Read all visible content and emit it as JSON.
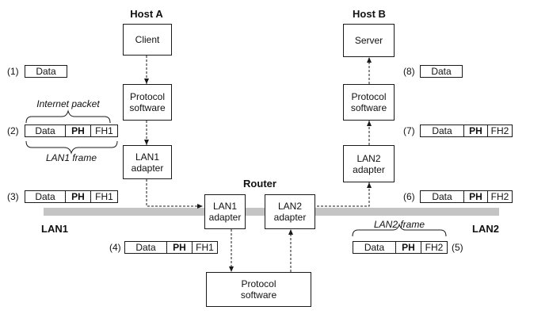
{
  "hosts": {
    "host_a": "Host A",
    "host_b": "Host B",
    "router": "Router"
  },
  "boxes": {
    "client": "Client",
    "server": "Server",
    "protocol_a": "Protocol\nsoftware",
    "protocol_b": "Protocol\nsoftware",
    "protocol_router": "Protocol\nsoftware",
    "lan1_adapter_a": "LAN1\nadapter",
    "lan2_adapter_b": "LAN2\nadapter",
    "router_lan1_adapter": "LAN1\nadapter",
    "router_lan2_adapter": "LAN2\nadapter"
  },
  "networks": {
    "lan1": "LAN1",
    "lan2": "LAN2"
  },
  "annotations": {
    "internet_packet": "Internet packet",
    "lan1_frame": "LAN1 frame",
    "lan2_frame": "LAN2 frame"
  },
  "steps": [
    {
      "id": "s1",
      "label": "(1)",
      "cells": [
        "Data"
      ]
    },
    {
      "id": "s2",
      "label": "(2)",
      "cells": [
        "Data",
        "PH",
        "FH1"
      ]
    },
    {
      "id": "s3",
      "label": "(3)",
      "cells": [
        "Data",
        "PH",
        "FH1"
      ]
    },
    {
      "id": "s4",
      "label": "(4)",
      "cells": [
        "Data",
        "PH",
        "FH1"
      ]
    },
    {
      "id": "s5",
      "label": "(5)",
      "cells": [
        "Data",
        "PH",
        "FH2"
      ]
    },
    {
      "id": "s6",
      "label": "(6)",
      "cells": [
        "Data",
        "PH",
        "FH2"
      ]
    },
    {
      "id": "s7",
      "label": "(7)",
      "cells": [
        "Data",
        "PH",
        "FH2"
      ]
    },
    {
      "id": "s8",
      "label": "(8)",
      "cells": [
        "Data"
      ]
    }
  ],
  "colors": {
    "lan_bar": "#c4c4c4",
    "stroke": "#1a1a1a"
  }
}
